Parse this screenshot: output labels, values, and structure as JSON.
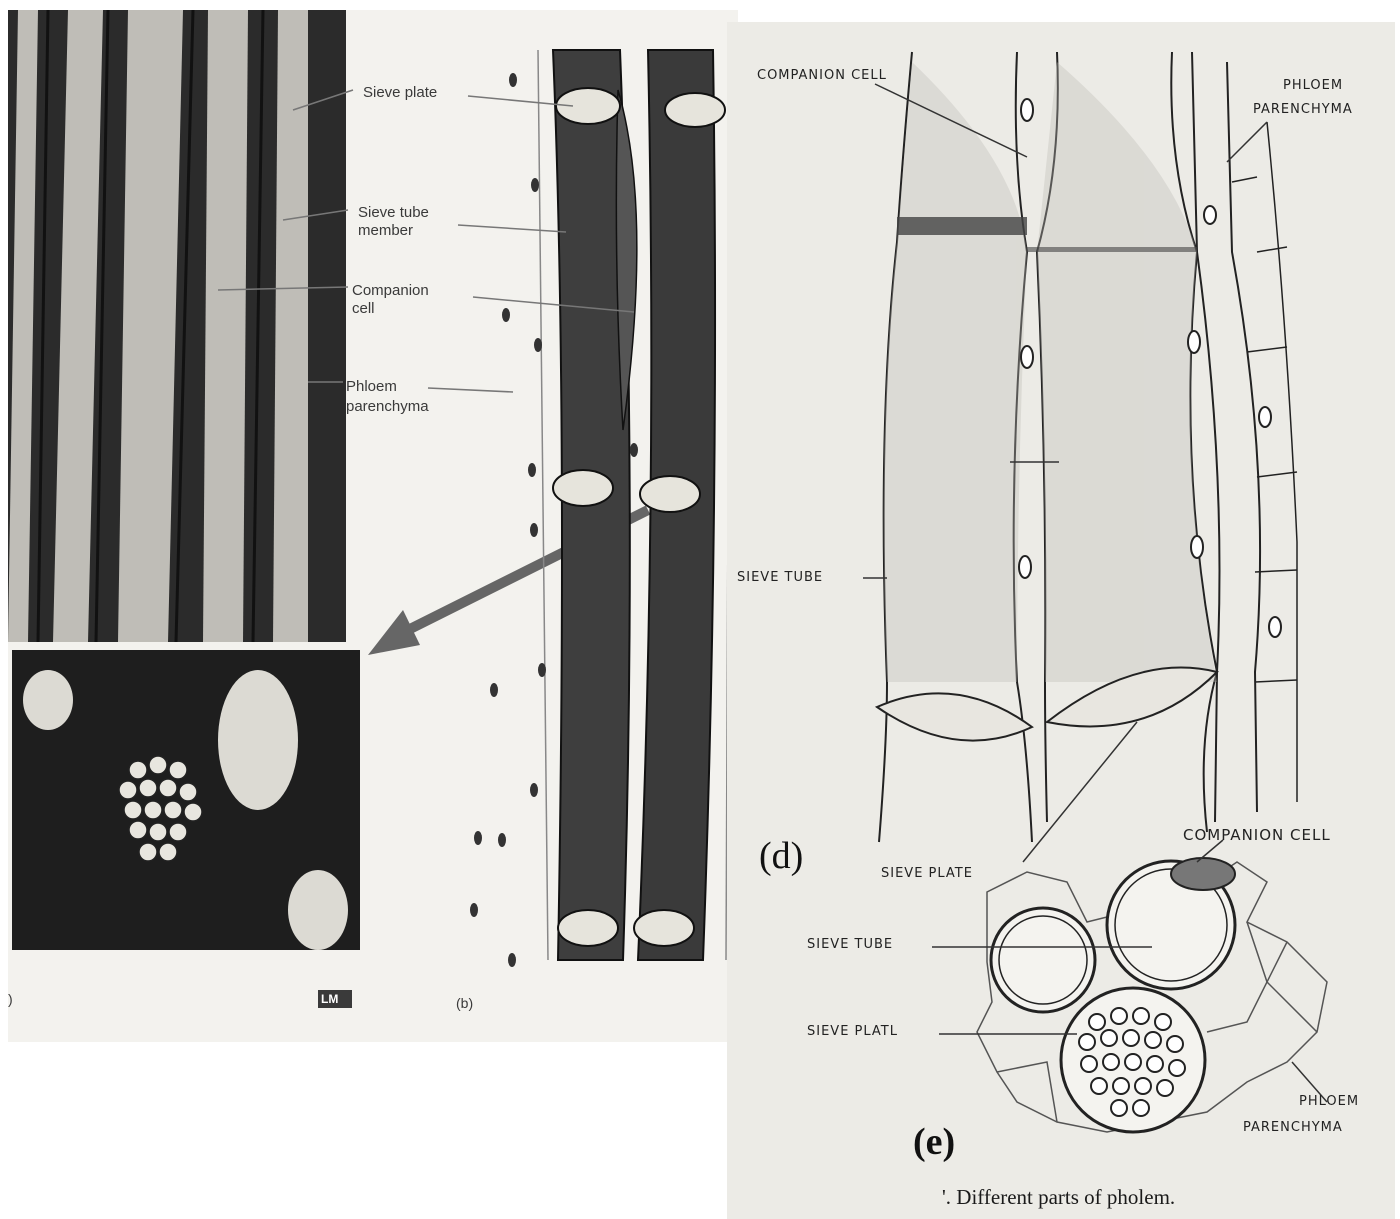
{
  "left_figure": {
    "labels": {
      "sieve_plate": "Sieve plate",
      "sieve_tube_member_line1": "Sieve tube",
      "sieve_tube_member_line2": "member",
      "companion_cell_line1": "Companion",
      "companion_cell_line2": "cell",
      "phloem_parenchyma_line1": "Phloem",
      "phloem_parenchyma_line2": "parenchyma"
    },
    "panel_a_mark": ")",
    "lm_badge": "LM",
    "panel_b_mark": "(b)"
  },
  "right_figure": {
    "labels": {
      "companion_cell_top": "COMPANION CELL",
      "phloem_parenchyma_top_line1": "PHLOEM",
      "phloem_parenchyma_top_line2": "PARENCHYMA",
      "sieve_tube_side": "SIEVE TUBE",
      "sieve_plate_mid": "SIEVE PLATE",
      "companion_cell_cross": "COMPANION CELL",
      "sieve_tube_cross": "SIEVE TUBE",
      "sieve_plate_cross": "SIEVE PLATL",
      "phloem_parenchyma_cross_line1": "PHLOEM",
      "phloem_parenchyma_cross_line2": "PARENCHYMA"
    },
    "panel_d_mark": "(d)",
    "panel_e_mark": "(e)",
    "caption": "'. Different parts of pholem."
  }
}
